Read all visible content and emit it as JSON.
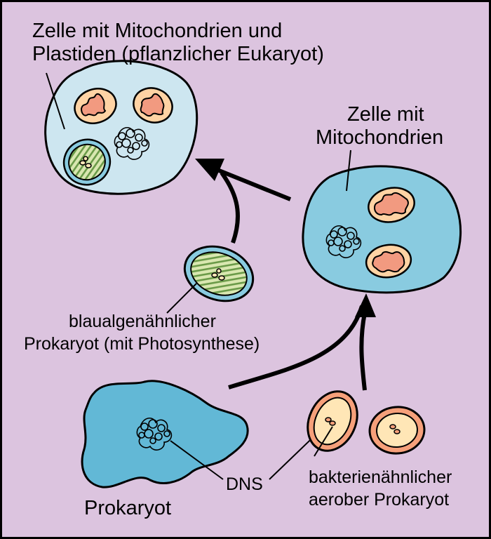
{
  "diagram": {
    "labels": {
      "eukaryote_line1": "Zelle mit Mitochondrien und",
      "eukaryote_line2": "Plastiden (pflanzlicher Eukaryot)",
      "mito_cell_line1": "Zelle mit",
      "mito_cell_line2": "Mitochondrien",
      "cyano_line1": "blaualgenähnlicher",
      "cyano_line2": "Prokaryot (mit Photosynthese)",
      "prokaryote": "Prokaryot",
      "dna": "DNS",
      "aerobe_line1": "bakterienähnlicher",
      "aerobe_line2": "aerober Prokaryot"
    },
    "colors": {
      "background": "#dcc4df",
      "border": "#000000",
      "eukaryote_cell": "#cde6f0",
      "mito_cell": "#89cbe0",
      "prokaryote_cell": "#62b8d6",
      "chloroplast_inner": "#d9e7b0",
      "chloroplast_stripe": "#6a9a48",
      "mitochondrion_outer": "#ffd3a4",
      "mitochondrion_crista": "#f29a80",
      "bacterium_ring": "#f6a07a",
      "bacterium_inner": "#ffe6b6"
    }
  }
}
